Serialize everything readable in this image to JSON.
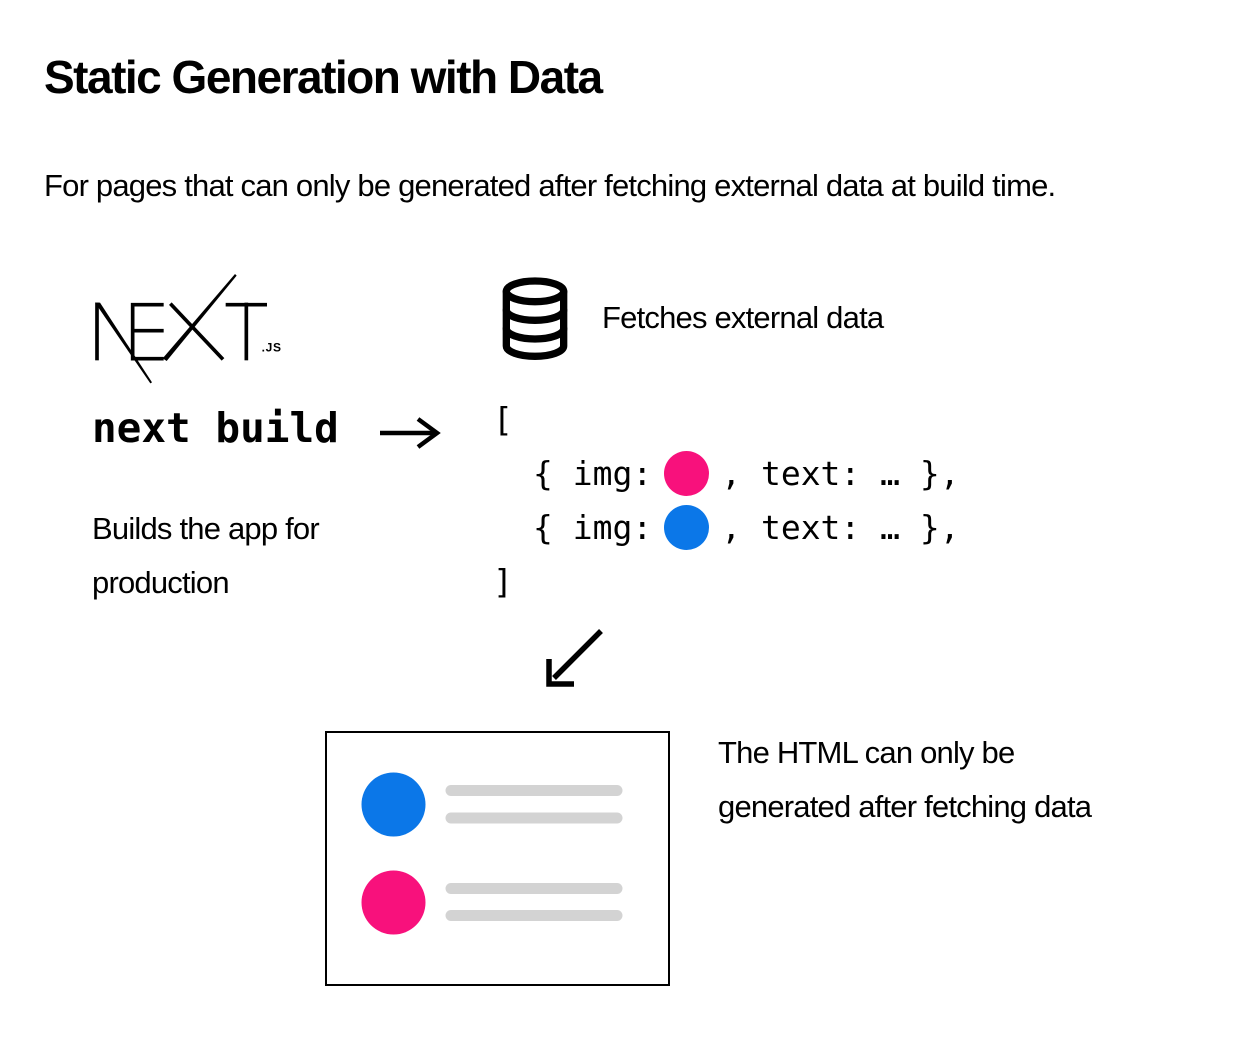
{
  "title": "Static Generation with Data",
  "subtitle": "For pages that can only be generated after fetching external data at build time.",
  "colors": {
    "ink": "#000000",
    "pink": "#F8117C",
    "blue": "#0B77E8",
    "placeholder_gray": "#D3D3D3"
  },
  "logo": {
    "wordmark": "NEXT",
    "suffix": ".JS"
  },
  "build": {
    "command": "next build",
    "caption": "Builds the app for production"
  },
  "database": {
    "label": "Fetches external data"
  },
  "code": {
    "open": "[",
    "item1": {
      "before": "{ img:",
      "after": ", text: … },"
    },
    "item2": {
      "before": "{ img:",
      "after": ", text: … },"
    },
    "close": "]"
  },
  "result_caption": {
    "line1": "The HTML can only be",
    "line2": "generated after fetching data"
  }
}
